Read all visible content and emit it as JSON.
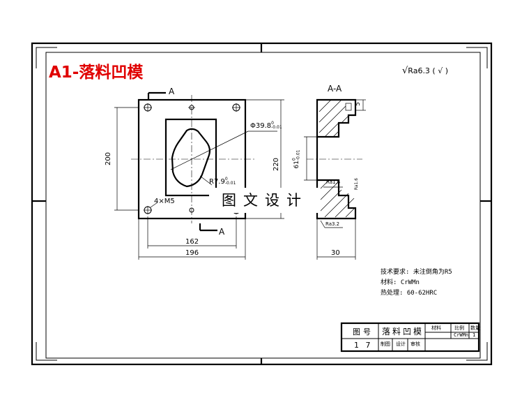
{
  "title": "A1-落料凹模",
  "surface_finish": "Ra6.3 ( √ )",
  "section_label": "A-A",
  "section_marks": [
    "A",
    "A"
  ],
  "dims": {
    "width_196": "196",
    "width_162": "162",
    "height_200": "200",
    "height_220": "220",
    "hole_dia": "Φ39.8",
    "hole_tol_upper": "0",
    "hole_tol_lower": "-0.01",
    "radius": "R7.9",
    "radius_tol_upper": "0",
    "radius_tol_lower": "-0.01",
    "screws": "4×M5",
    "thickness_30": "30",
    "depth_61": "61",
    "depth_tol_upper": "0",
    "depth_tol_lower": "-0.01",
    "top_5": "5",
    "ra16": "Ra1.6",
    "ra32": "Ra3.2",
    "ra16_side": "Ra1.6"
  },
  "watermark": "图文设计",
  "notes": [
    "技术要求: 未注倒角为R5",
    "材料: CrWMn",
    "热处理: 60-62HRC"
  ],
  "title_block": {
    "drawing_no_label": "图号",
    "drawing_no": "1 7",
    "part_name": "落料凹模",
    "material_label": "材料",
    "material": "CrWMn",
    "scale_label": "比例",
    "drawn_label": "制图",
    "design_label": "设计",
    "check_label": "审核",
    "qty_label": "数量",
    "qty": "1"
  }
}
